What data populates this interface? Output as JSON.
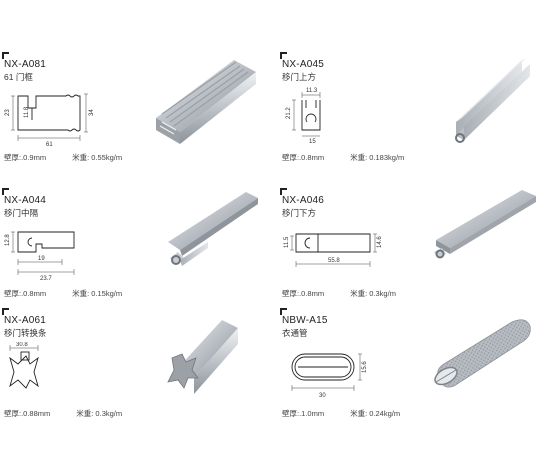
{
  "products": [
    {
      "code": "NX-A081",
      "name": "61 门框",
      "thickness": "壁厚:.0.9mm",
      "weight": "米重: 0.55kg/m",
      "dims": {
        "w": "61",
        "h1": "23",
        "h2": "34",
        "h3": "11.8"
      }
    },
    {
      "code": "NX-A045",
      "name": "移门上方",
      "thickness": "壁厚:.0.8mm",
      "weight": "米重: 0.183kg/m",
      "dims": {
        "w": "11.3",
        "h1": "21.2",
        "b": "15"
      }
    },
    {
      "code": "NX-A044",
      "name": "移门中隔",
      "thickness": "壁厚:.0.8mm",
      "weight": "米重: 0.15kg/m",
      "dims": {
        "w1": "19",
        "w2": "23.7",
        "h1": "12.8"
      }
    },
    {
      "code": "NX-A046",
      "name": "移门下方",
      "thickness": "壁厚:.0.8mm",
      "weight": "米重: 0.3kg/m",
      "dims": {
        "w": "55.8",
        "h1": "11.5",
        "h2": "14.6"
      }
    },
    {
      "code": "NX-A061",
      "name": "移门转换条",
      "thickness": "壁厚:.0.88mm",
      "weight": "米重: 0.3kg/m",
      "dims": {
        "w": "30.8"
      }
    },
    {
      "code": "NBW-A15",
      "name": "衣通管",
      "thickness": "壁厚:.1.0mm",
      "weight": "米重: 0.24kg/m",
      "dims": {
        "w": "30",
        "h": "15.6"
      }
    }
  ],
  "colors": {
    "metal_light": "#e4e7ea",
    "metal_mid": "#b4b9bf",
    "metal_dark": "#7e848b"
  }
}
